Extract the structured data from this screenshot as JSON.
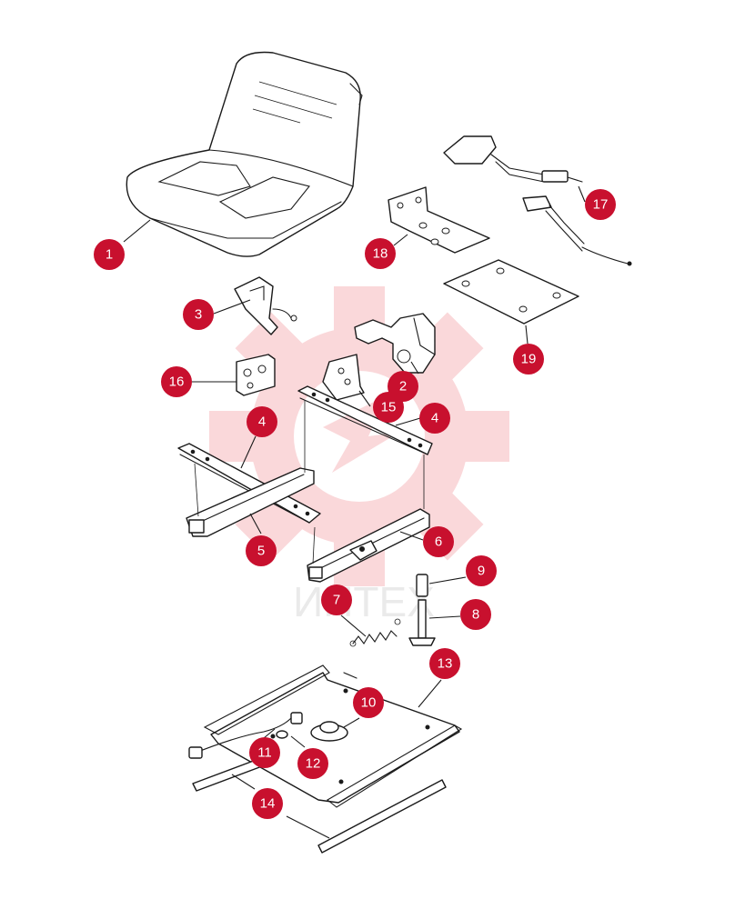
{
  "watermark": {
    "text": "ИНТЕХ",
    "color": "#f7b9bd"
  },
  "callout_color": "#c8102e",
  "callouts": [
    {
      "label": "1"
    },
    {
      "label": "3"
    },
    {
      "label": "16"
    },
    {
      "label": "2"
    },
    {
      "label": "15"
    },
    {
      "label": "4"
    },
    {
      "label": "4"
    },
    {
      "label": "5"
    },
    {
      "label": "6"
    },
    {
      "label": "7"
    },
    {
      "label": "9"
    },
    {
      "label": "8"
    },
    {
      "label": "13"
    },
    {
      "label": "10"
    },
    {
      "label": "11"
    },
    {
      "label": "12"
    },
    {
      "label": "14"
    },
    {
      "label": "17"
    },
    {
      "label": "18"
    },
    {
      "label": "19"
    }
  ]
}
